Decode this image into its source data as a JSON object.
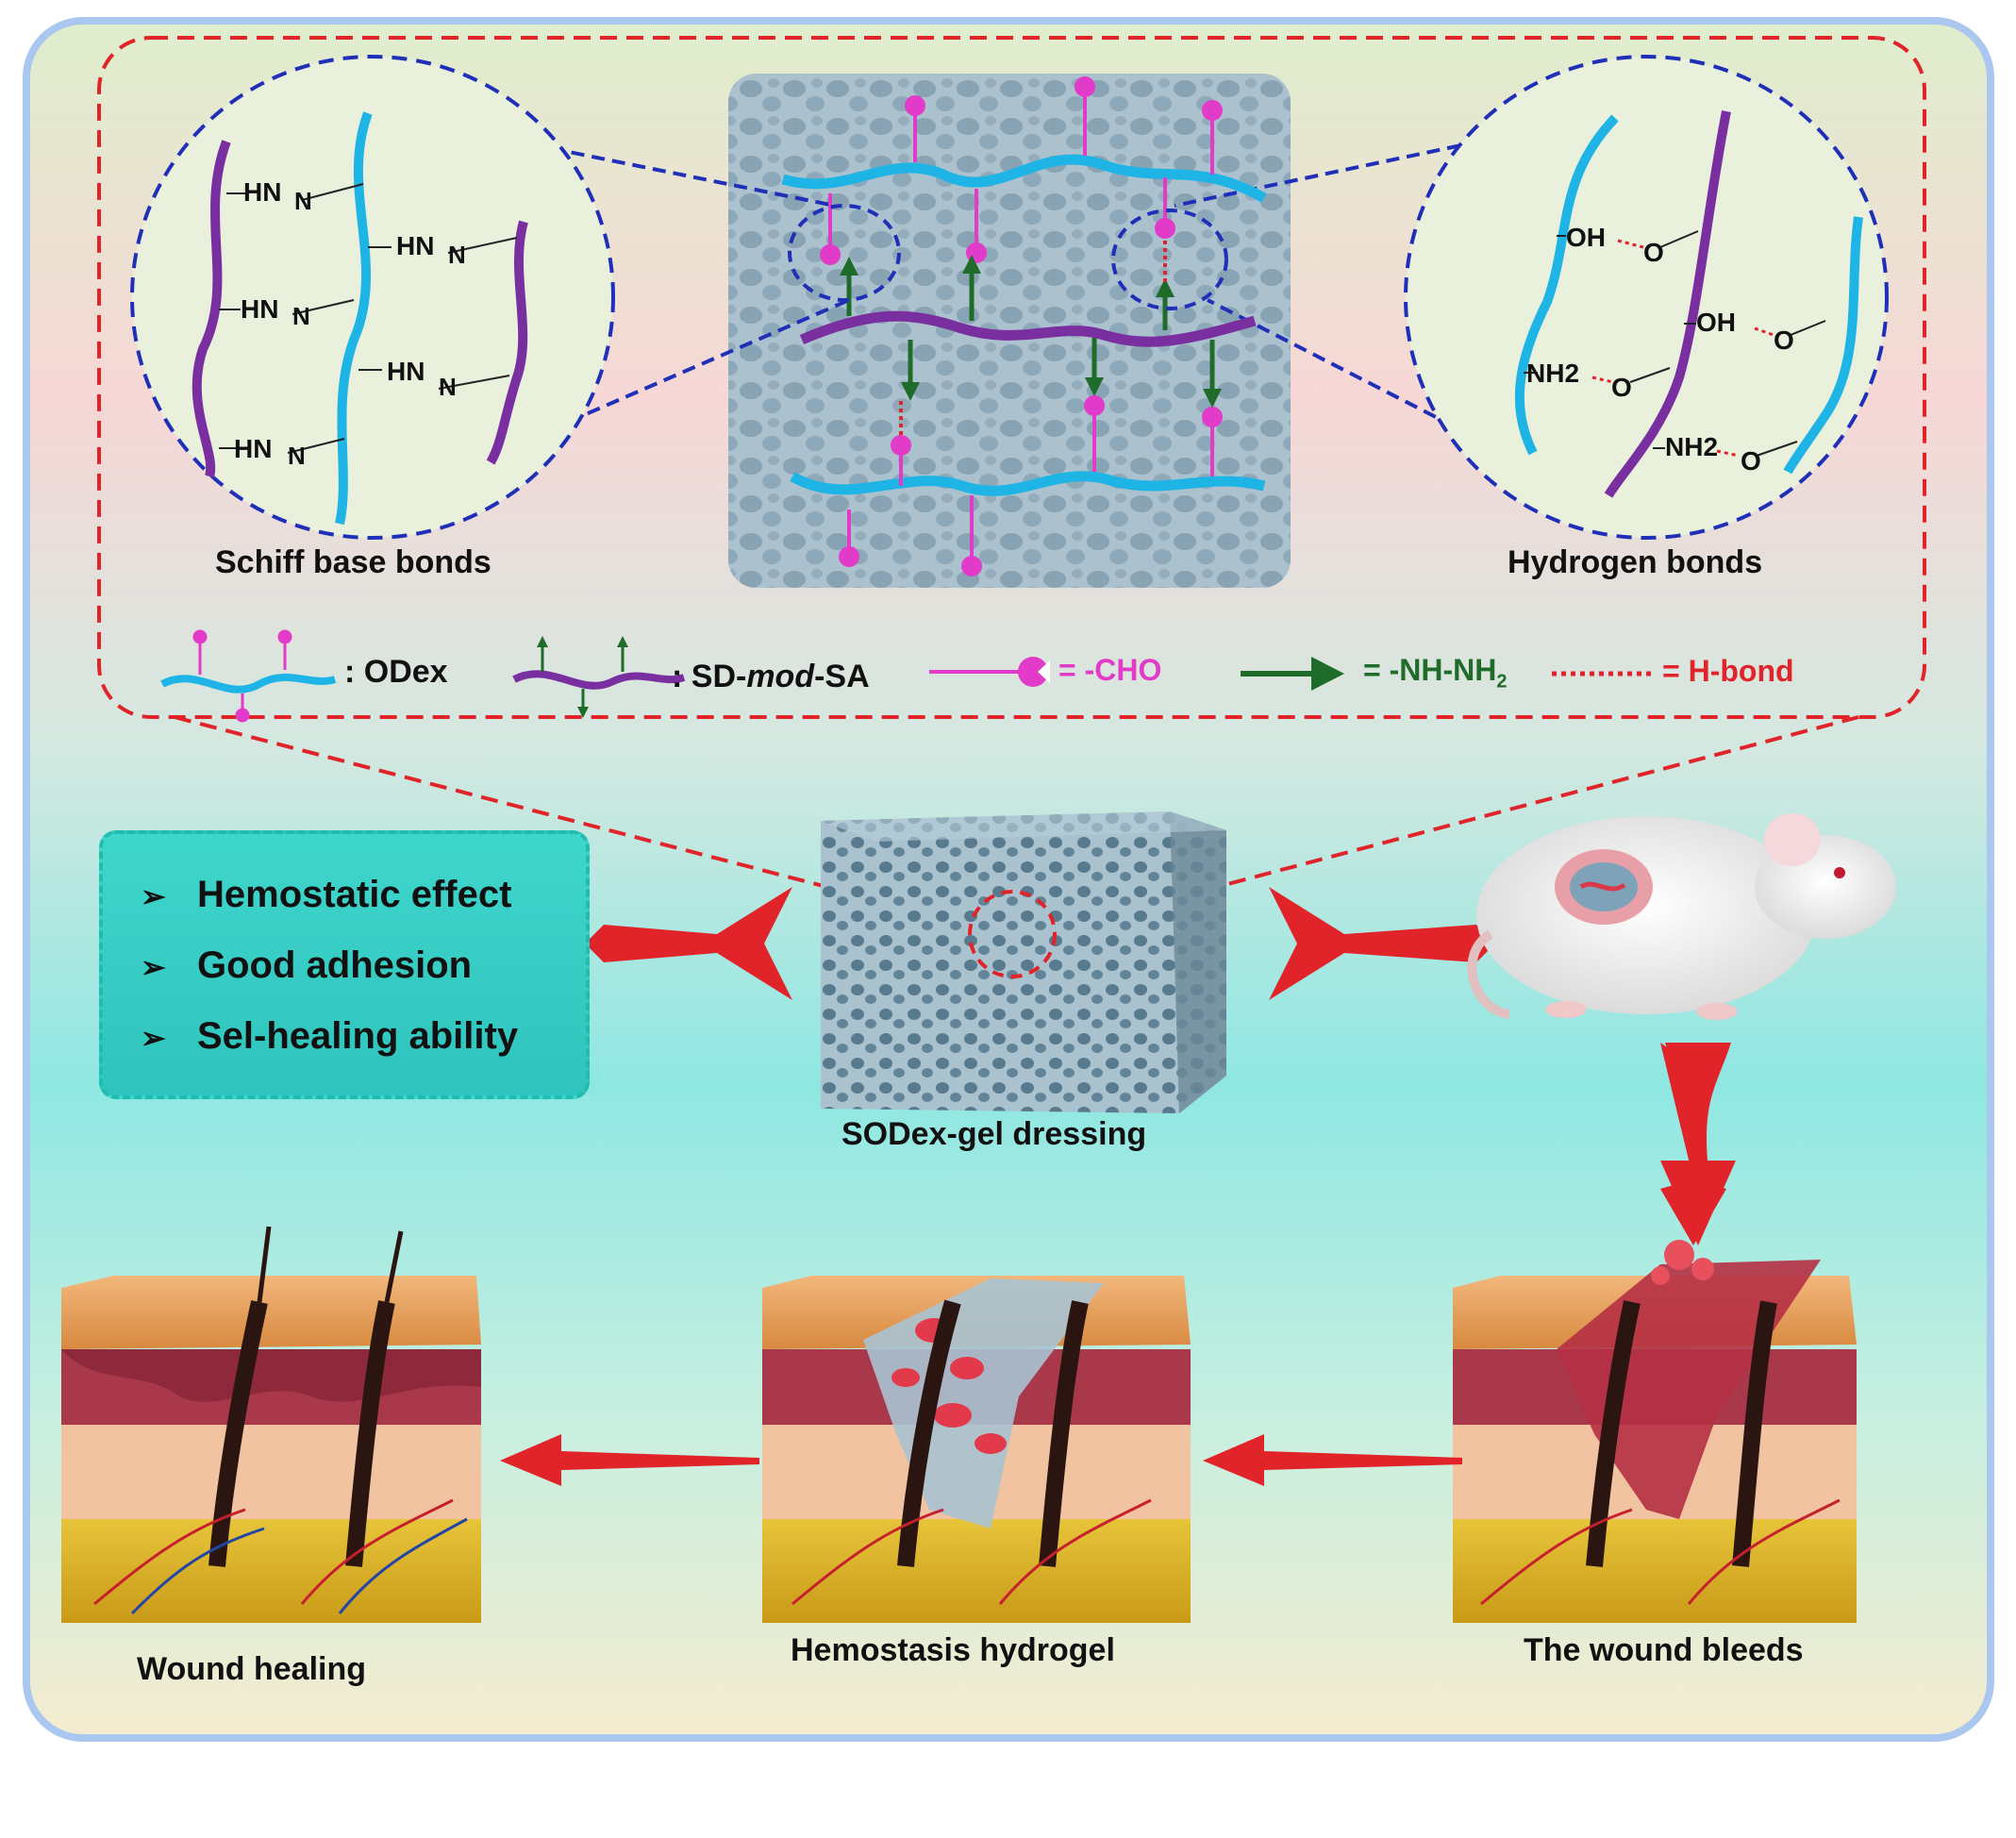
{
  "top_panel": {
    "left_circle_title": "Schiff base bonds",
    "right_circle_title": "Hydrogen bonds",
    "schiff_labels": [
      "HN",
      "N",
      "HN",
      "N",
      "HN",
      "N",
      "HN",
      "N",
      "HN",
      "N"
    ],
    "hbond_labels": [
      "OH",
      "O",
      "OH",
      "O",
      "NH2",
      "O",
      "NH2",
      "O"
    ]
  },
  "legend": {
    "odex": ": ODex",
    "sdmodsa_prefix": ": SD-",
    "sdmodsa_italic": "mod",
    "sdmodsa_suffix": "-SA",
    "cho": "= -CHO",
    "nhnh2_main": "= -NH-NH",
    "nhnh2_sub": "2",
    "hbond": "= H-bond"
  },
  "features": {
    "items": [
      "Hemostatic effect",
      "Good adhesion",
      "Sel-healing ability"
    ],
    "bullet": "➢"
  },
  "center": {
    "dressing_label": "SODex-gel dressing"
  },
  "bottom": {
    "left_label": "Wound healing",
    "middle_label": "Hemostasis hydrogel",
    "right_label": "The wound bleeds"
  },
  "colors": {
    "odex_chain": "#1fb4e6",
    "sdmodsa_chain": "#7a2fa0",
    "cho": "#e23bc9",
    "nhnh2": "#1f6b2a",
    "hbond": "#e0242a",
    "dashed_frame": "#e0242a",
    "circle_dash": "#1f2fb8",
    "feature_box": "#2fc4bd",
    "arrow_red": "#e0242a"
  }
}
